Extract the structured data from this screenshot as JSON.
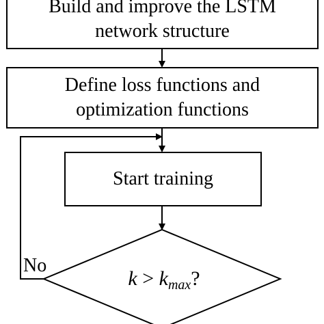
{
  "flowchart": {
    "build_step": {
      "line1": "Build and improve the LSTM",
      "line2": "network structure"
    },
    "define_step": {
      "line1": "Define loss functions and",
      "line2": "optimization functions"
    },
    "train_step": {
      "label": "Start training"
    },
    "decision": {
      "variable": "k",
      "operator": ">",
      "bound": "k",
      "bound_subscript": "max",
      "suffix": "?",
      "no_label": "No"
    }
  }
}
